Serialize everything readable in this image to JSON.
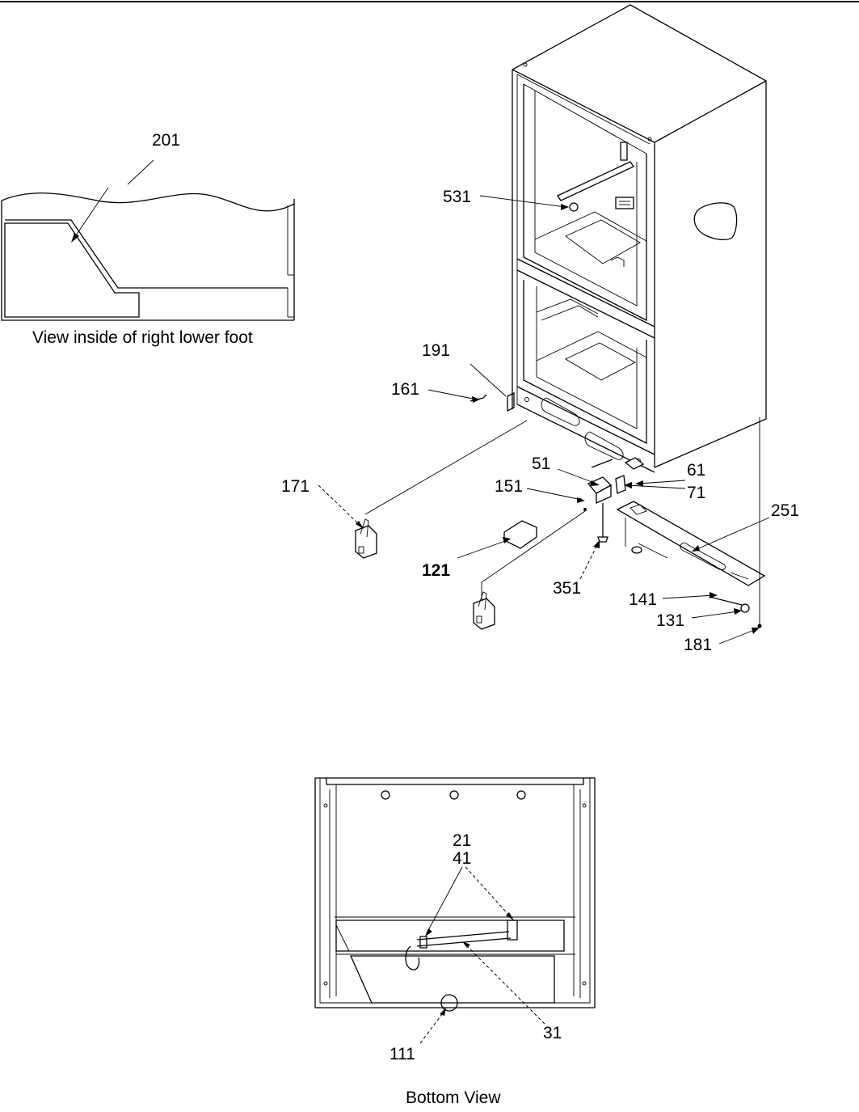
{
  "captions": {
    "inset": "View inside of right lower foot",
    "bottom": "Bottom View"
  },
  "callouts": {
    "c201": "201",
    "c531": "531",
    "c191": "191",
    "c161": "161",
    "c51": "51",
    "c61": "61",
    "c71": "71",
    "c151": "151",
    "c171": "171",
    "c251": "251",
    "c121": "121",
    "c351": "351",
    "c141": "141",
    "c131": "131",
    "c181": "181",
    "c21": "21",
    "c41": "41",
    "c31": "31",
    "c111": "111"
  }
}
